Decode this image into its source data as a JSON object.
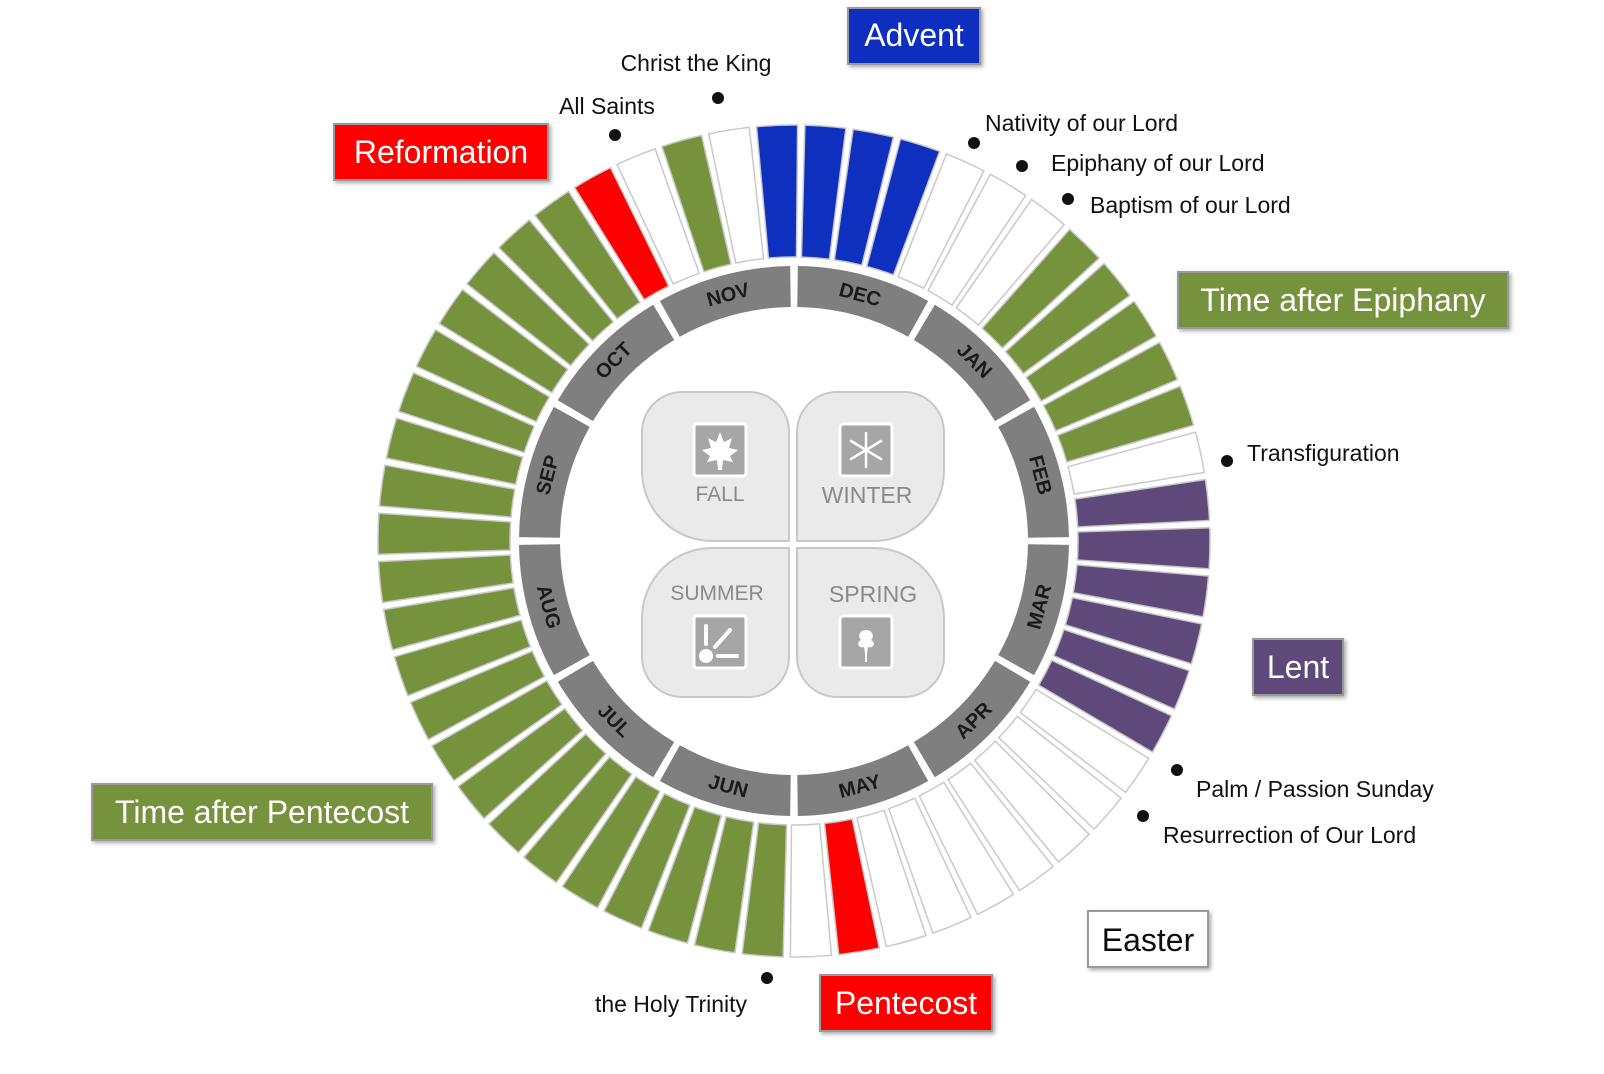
{
  "colors": {
    "advent": "#0f2fbf",
    "green": "#76923c",
    "white": "#ffffff",
    "red": "#ff0000",
    "purple": "#5f497a",
    "month_ring": "#7f7f7f",
    "season_bg": "#eaeaea"
  },
  "season_boxes": [
    {
      "id": "advent",
      "label": "Advent",
      "fill": "#0f2fbf",
      "text_color": "#ffffff"
    },
    {
      "id": "reformation",
      "label": "Reformation",
      "fill": "#ff0000",
      "text_color": "#ffffff"
    },
    {
      "id": "epiphany",
      "label": "Time after Epiphany",
      "fill": "#76923c",
      "text_color": "#ffffff"
    },
    {
      "id": "lent",
      "label": "Lent",
      "fill": "#5f497a",
      "text_color": "#ffffff"
    },
    {
      "id": "easter",
      "label": "Easter",
      "fill": "#ffffff",
      "text_color": "#111111"
    },
    {
      "id": "pentecost",
      "label": "Pentecost",
      "fill": "#ff0000",
      "text_color": "#ffffff"
    },
    {
      "id": "pentecost_time",
      "label": "Time after Pentecost",
      "fill": "#76923c",
      "text_color": "#ffffff"
    }
  ],
  "callouts": [
    {
      "id": "christ-the-king",
      "label": "Christ the King"
    },
    {
      "id": "all-saints",
      "label": "All Saints"
    },
    {
      "id": "nativity",
      "label": "Nativity of our Lord"
    },
    {
      "id": "epiphany-day",
      "label": "Epiphany of our Lord"
    },
    {
      "id": "baptism",
      "label": "Baptism of our Lord"
    },
    {
      "id": "transfiguration",
      "label": "Transfiguration"
    },
    {
      "id": "palm-sunday",
      "label": "Palm / Passion Sunday"
    },
    {
      "id": "resurrection",
      "label": "Resurrection of Our Lord"
    },
    {
      "id": "holy-trinity",
      "label": "the Holy Trinity"
    }
  ],
  "months": [
    "DEC",
    "JAN",
    "FEB",
    "MAR",
    "APR",
    "MAY",
    "JUN",
    "JUL",
    "AUG",
    "SEP",
    "OCT",
    "NOV"
  ],
  "seasons": [
    {
      "id": "fall",
      "label": "FALL",
      "icon": "maple-leaf-icon"
    },
    {
      "id": "winter",
      "label": "WINTER",
      "icon": "snowflake-icon"
    },
    {
      "id": "summer",
      "label": "SUMMER",
      "icon": "sun-icon"
    },
    {
      "id": "spring",
      "label": "SPRING",
      "icon": "flower-icon"
    }
  ],
  "weeks": [
    "advent",
    "advent",
    "advent",
    "white",
    "white",
    "white",
    "green",
    "green",
    "green",
    "green",
    "green",
    "white",
    "purple",
    "purple",
    "purple",
    "purple",
    "purple",
    "purple",
    "white",
    "white",
    "white",
    "white",
    "white",
    "white",
    "white",
    "red",
    "white",
    "green",
    "green",
    "green",
    "green",
    "green",
    "green",
    "green",
    "green",
    "green",
    "green",
    "green",
    "green",
    "green",
    "green",
    "green",
    "green",
    "green",
    "green",
    "green",
    "green",
    "green",
    "green",
    "red",
    "white",
    "green",
    "white",
    "advent"
  ]
}
